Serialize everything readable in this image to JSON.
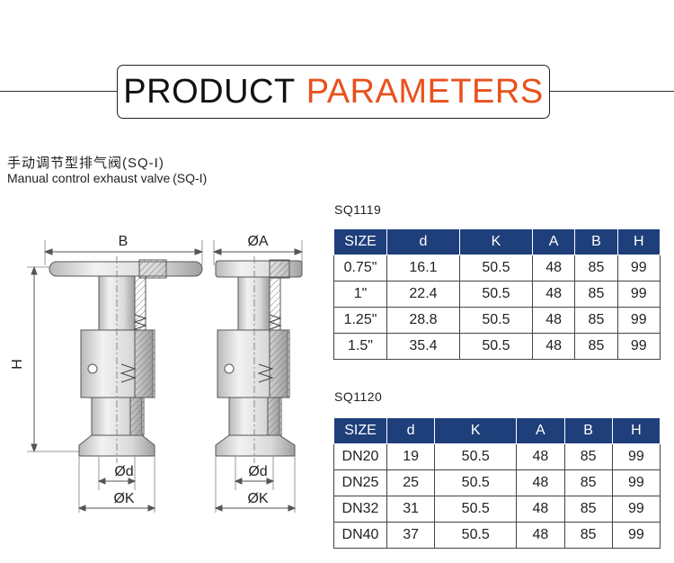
{
  "header": {
    "title_part1": "PRODUCT",
    "title_part2": "PARAMETERS",
    "accent_color": "#e8511d",
    "table_header_color": "#1f3f7a"
  },
  "product": {
    "name_cn": "手动调节型排气阀(SQ-I)",
    "name_en": "Manual control exhaust valve (SQ-I)"
  },
  "drawing": {
    "label_B": "B",
    "label_A": "ØA",
    "label_H": "H",
    "label_d": "Ød",
    "label_K": "ØK",
    "label_d2": "Ød",
    "label_K2": "ØK"
  },
  "tables": [
    {
      "model": "SQ1119",
      "columns": [
        "SIZE",
        "d",
        "K",
        "A",
        "B",
        "H"
      ],
      "rows": [
        [
          "0.75\"",
          "16.1",
          "50.5",
          "48",
          "85",
          "99"
        ],
        [
          "1\"",
          "22.4",
          "50.5",
          "48",
          "85",
          "99"
        ],
        [
          "1.25\"",
          "28.8",
          "50.5",
          "48",
          "85",
          "99"
        ],
        [
          "1.5\"",
          "35.4",
          "50.5",
          "48",
          "85",
          "99"
        ]
      ]
    },
    {
      "model": "SQ1120",
      "columns": [
        "SIZE",
        "d",
        "K",
        "A",
        "B",
        "H"
      ],
      "rows": [
        [
          "DN20",
          "19",
          "50.5",
          "48",
          "85",
          "99"
        ],
        [
          "DN25",
          "25",
          "50.5",
          "48",
          "85",
          "99"
        ],
        [
          "DN32",
          "31",
          "50.5",
          "48",
          "85",
          "99"
        ],
        [
          "DN40",
          "37",
          "50.5",
          "48",
          "85",
          "99"
        ]
      ]
    }
  ]
}
